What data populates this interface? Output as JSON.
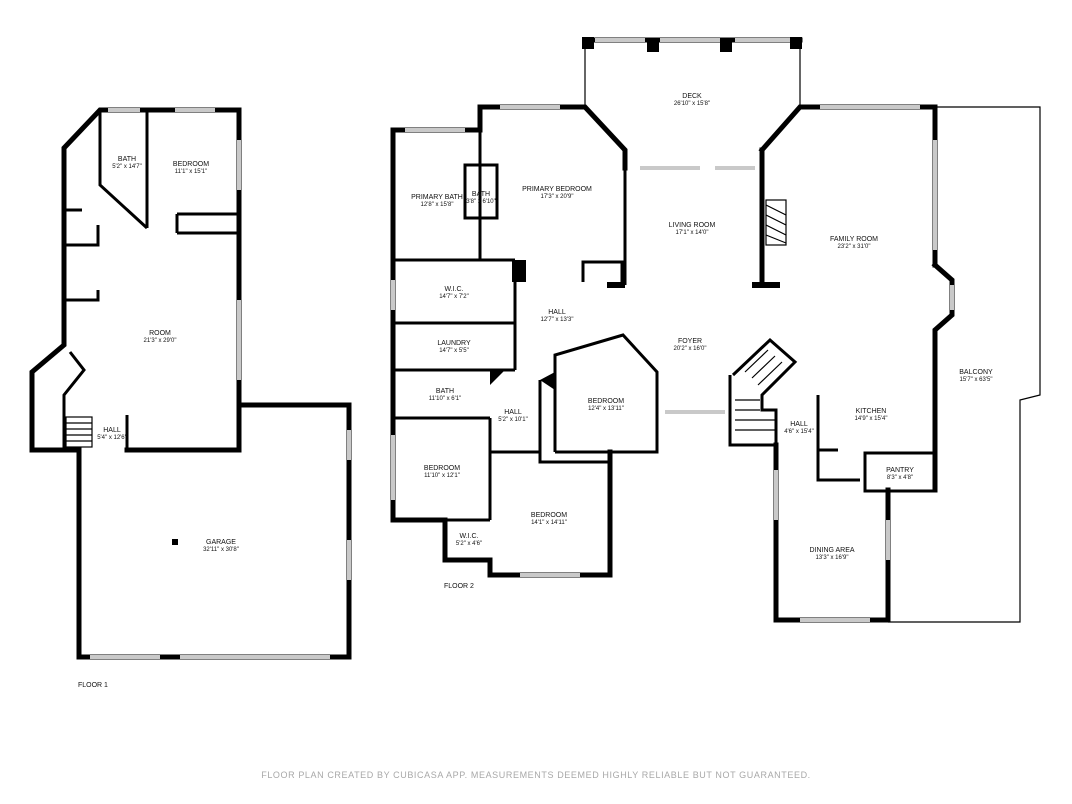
{
  "rooms": {
    "f1_bath": {
      "name": "BATH",
      "dim": "5'2\" x 14'7\""
    },
    "f1_bedroom": {
      "name": "BEDROOM",
      "dim": "11'1\" x 15'1\""
    },
    "f1_room": {
      "name": "ROOM",
      "dim": "21'3\" x 29'0\""
    },
    "f1_hall": {
      "name": "HALL",
      "dim": "5'4\" x 12'6\""
    },
    "f1_garage": {
      "name": "GARAGE",
      "dim": "32'11\" x 30'8\""
    },
    "deck": {
      "name": "DECK",
      "dim": "26'10\" x 15'8\""
    },
    "primary_bath": {
      "name": "PRIMARY BATH",
      "dim": "12'8\" x 15'8\""
    },
    "bath_small": {
      "name": "BATH",
      "dim": "3'8\" x 6'10\""
    },
    "primary_bed": {
      "name": "PRIMARY BEDROOM",
      "dim": "17'3\" x 20'9\""
    },
    "living": {
      "name": "LIVING ROOM",
      "dim": "17'1\" x 14'0\""
    },
    "family": {
      "name": "FAMILY ROOM",
      "dim": "23'2\" x 31'0\""
    },
    "wic1": {
      "name": "W.I.C.",
      "dim": "14'7\" x 7'2\""
    },
    "hall1": {
      "name": "HALL",
      "dim": "12'7\" x 13'3\""
    },
    "laundry": {
      "name": "LAUNDRY",
      "dim": "14'7\" x 5'5\""
    },
    "foyer": {
      "name": "FOYER",
      "dim": "20'2\" x 16'0\""
    },
    "bath2": {
      "name": "BATH",
      "dim": "11'10\" x 6'1\""
    },
    "hall2": {
      "name": "HALL",
      "dim": "5'2\" x 10'1\""
    },
    "bedroom_a": {
      "name": "BEDROOM",
      "dim": "12'4\" x 13'11\""
    },
    "balcony": {
      "name": "BALCONY",
      "dim": "15'7\" x 63'5\""
    },
    "kitchen": {
      "name": "KITCHEN",
      "dim": "14'9\" x 15'4\""
    },
    "hall3": {
      "name": "HALL",
      "dim": "4'6\" x 15'4\""
    },
    "bedroom_b": {
      "name": "BEDROOM",
      "dim": "11'10\" x 12'1\""
    },
    "pantry": {
      "name": "PANTRY",
      "dim": "8'3\" x 4'8\""
    },
    "bedroom_c": {
      "name": "BEDROOM",
      "dim": "14'1\" x 14'11\""
    },
    "wic2": {
      "name": "W.I.C.",
      "dim": "5'2\" x 4'6\""
    },
    "dining": {
      "name": "DINING AREA",
      "dim": "13'3\" x 16'9\""
    }
  },
  "floors": {
    "floor1": "FLOOR 1",
    "floor2": "FLOOR 2"
  },
  "footer": "FLOOR PLAN CREATED BY CUBICASA APP. MEASUREMENTS DEEMED HIGHLY RELIABLE BUT NOT GUARANTEED."
}
